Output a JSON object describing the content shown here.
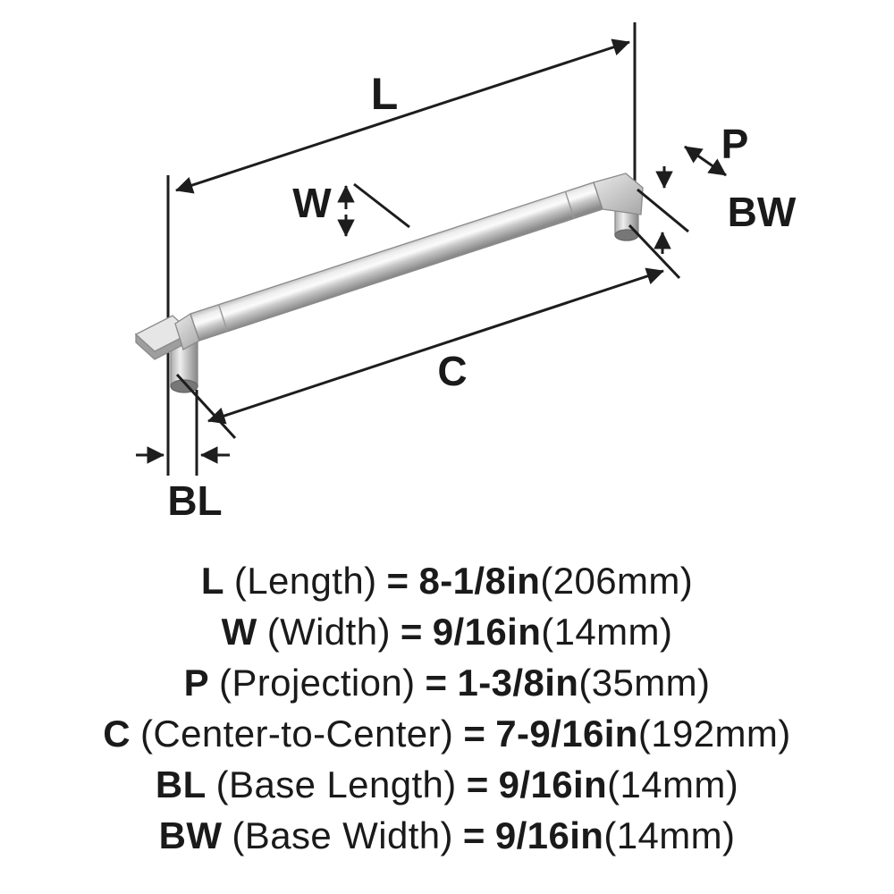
{
  "diagram": {
    "labels": {
      "L": "L",
      "W": "W",
      "P": "P",
      "BW": "BW",
      "C": "C",
      "BL": "BL"
    }
  },
  "specs": [
    {
      "symbol": "L",
      "name": "(Length)",
      "eq": "=",
      "imperial": "8-1/8in",
      "metric": "(206mm)"
    },
    {
      "symbol": "W",
      "name": "(Width)",
      "eq": "=",
      "imperial": "9/16in",
      "metric": "(14mm)"
    },
    {
      "symbol": "P",
      "name": "(Projection)",
      "eq": "=",
      "imperial": "1-3/8in",
      "metric": "(35mm)"
    },
    {
      "symbol": "C",
      "name": "(Center-to-Center)",
      "eq": "=",
      "imperial": "7-9/16in",
      "metric": "(192mm)"
    },
    {
      "symbol": "BL",
      "name": "(Base Length)",
      "eq": "=",
      "imperial": "9/16in",
      "metric": "(14mm)"
    },
    {
      "symbol": "BW",
      "name": "(Base Width)",
      "eq": "=",
      "imperial": "9/16in",
      "metric": "(14mm)"
    }
  ],
  "colors": {
    "background": "#ffffff",
    "line": "#1d1d1d",
    "text": "#1a1a1a",
    "metal_light": "#fbfbfb",
    "metal_mid": "#c6c6c6",
    "metal_dark": "#8a8a8a"
  }
}
